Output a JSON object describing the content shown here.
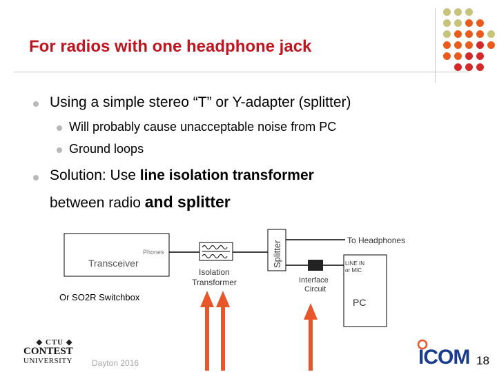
{
  "slide": {
    "title": "For radios with one headphone jack",
    "bullets": [
      {
        "text": "Using a simple stereo “T” or Y-adapter (splitter)"
      },
      {
        "text": "Will probably cause unacceptable noise from PC"
      },
      {
        "text": "Ground loops"
      }
    ],
    "solution": {
      "line1_prefix": "Solution:  Use ",
      "line1_bold": "line isolation transformer",
      "line2_prefix": "between radio ",
      "line2_bold": "and splitter"
    },
    "page_number": "18"
  },
  "diagram": {
    "transceiver_label": "Transceiver",
    "phones_label": "Phones",
    "isolation_label_1": "Isolation",
    "isolation_label_2": "Transformer",
    "splitter_label": "Splitter",
    "headphones_label": "To Headphones",
    "interface_label_1": "Interface",
    "interface_label_2": "Circuit",
    "linein_label_1": "LINE IN",
    "linein_label_2": "or MIC",
    "pc_label": "PC",
    "so2r_label": "Or SO2R Switchbox"
  },
  "footer": {
    "logo_line1": "CONTEST",
    "logo_line2": "UNIVERSITY",
    "event": "Dayton 2016",
    "brand": "ICOM"
  },
  "colors": {
    "title_red": "#c0141e",
    "arrow_orange": "#e8562a",
    "dot_olive": "#c6c37a",
    "dot_orange": "#e85a1e",
    "dot_red": "#d4282a",
    "icom_blue": "#1a3c8c"
  }
}
